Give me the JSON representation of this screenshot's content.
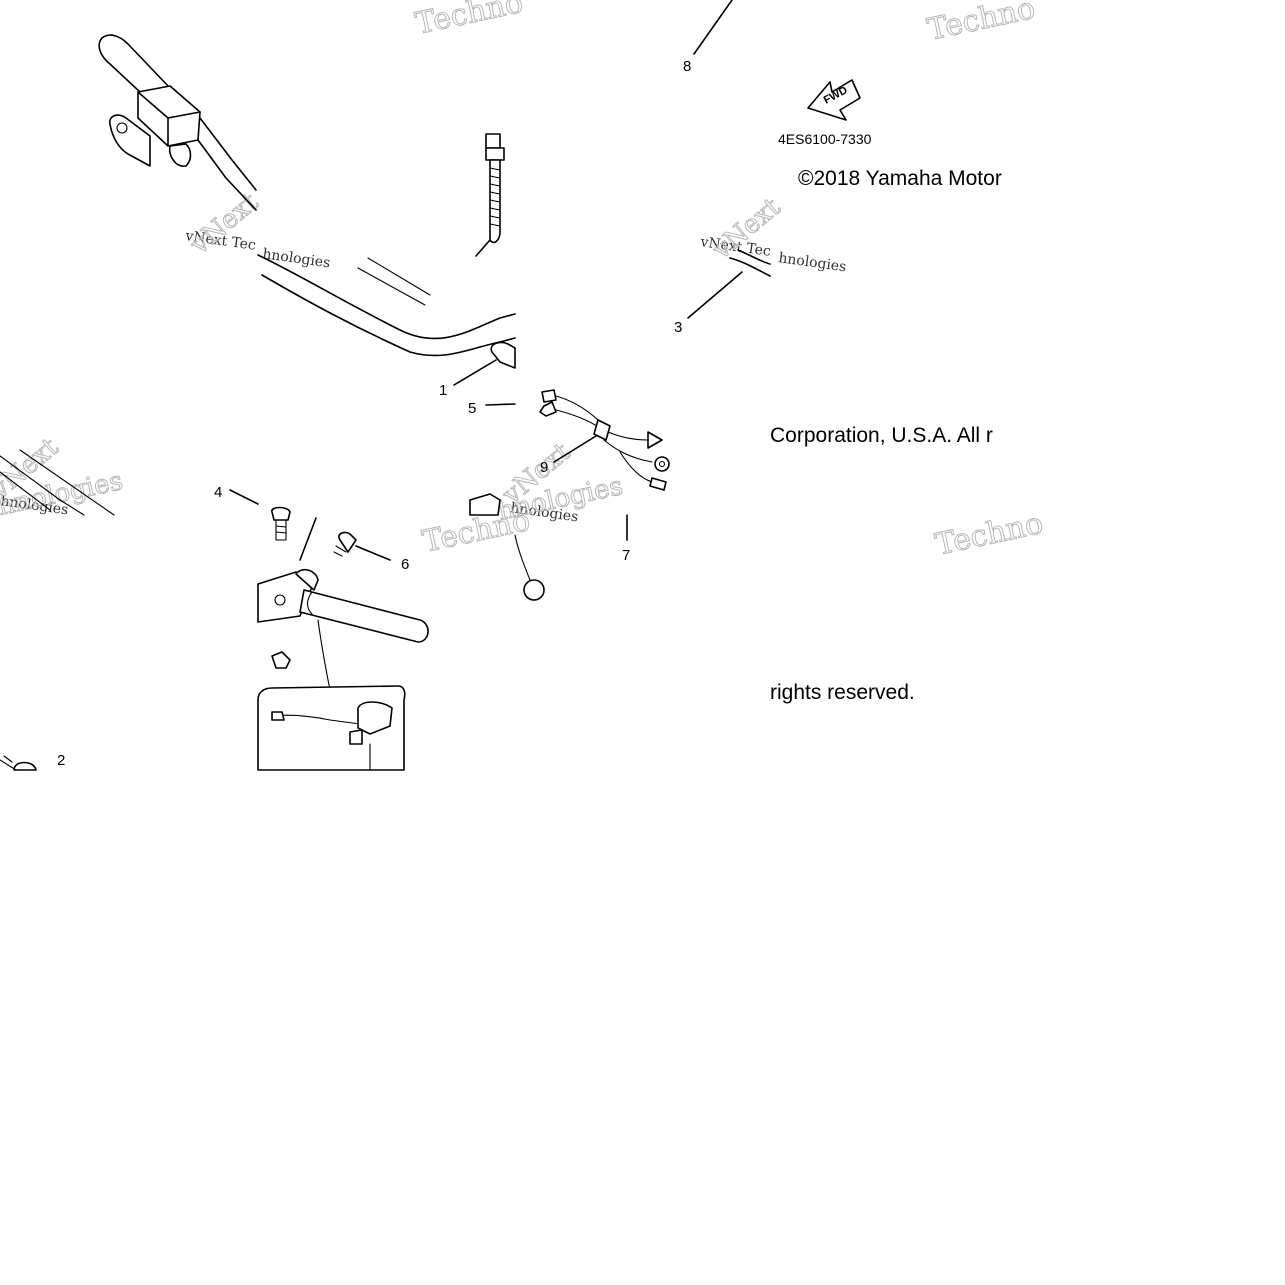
{
  "diagram": {
    "part_code": "4ES6100-7330",
    "fwd_label": "FWD",
    "copyright": {
      "line1": "©2018 Yamaha Motor",
      "line2": "Corporation, U.S.A. All r",
      "line3": "rights reserved."
    },
    "callouts": [
      "1",
      "2",
      "3",
      "4",
      "5",
      "6",
      "7",
      "8",
      "9"
    ],
    "watermark": {
      "large": "Techno",
      "small_a": "vNext Tec",
      "small_b": "hnologies",
      "tilt": "vNext"
    }
  }
}
